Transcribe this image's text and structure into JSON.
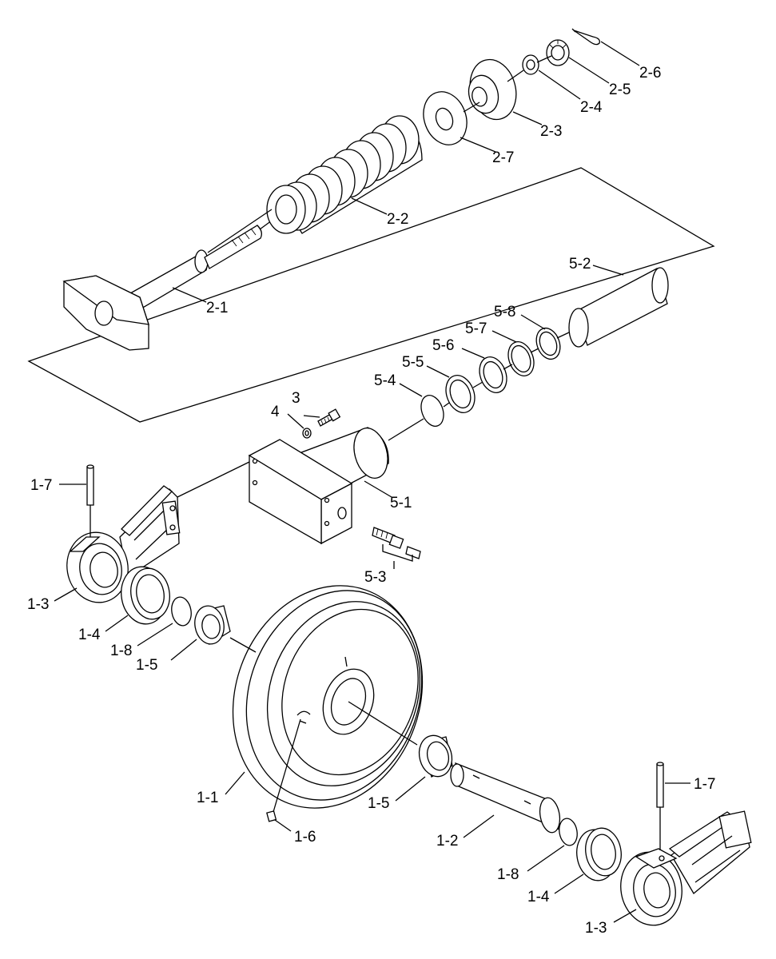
{
  "diagram": {
    "labels": {
      "l_2_6": "2-6",
      "l_2_5": "2-5",
      "l_2_4": "2-4",
      "l_2_3": "2-3",
      "l_2_7": "2-7",
      "l_2_2": "2-2",
      "l_2_1": "2-1",
      "l_5_2": "5-2",
      "l_5_8": "5-8",
      "l_5_7": "5-7",
      "l_5_6": "5-6",
      "l_5_5": "5-5",
      "l_5_4": "5-4",
      "l_3": "3",
      "l_4": "4",
      "l_5_1": "5-1",
      "l_5_3": "5-3",
      "l_1_7_top": "1-7",
      "l_1_3_top": "1-3",
      "l_1_4_top": "1-4",
      "l_1_8_top": "1-8",
      "l_1_5_top": "1-5",
      "l_1_1": "1-1",
      "l_1_6": "1-6",
      "l_1_5_bot": "1-5",
      "l_1_2": "1-2",
      "l_1_8_bot": "1-8",
      "l_1_4_bot": "1-4",
      "l_1_3_bot": "1-3",
      "l_1_7_bot": "1-7"
    }
  }
}
